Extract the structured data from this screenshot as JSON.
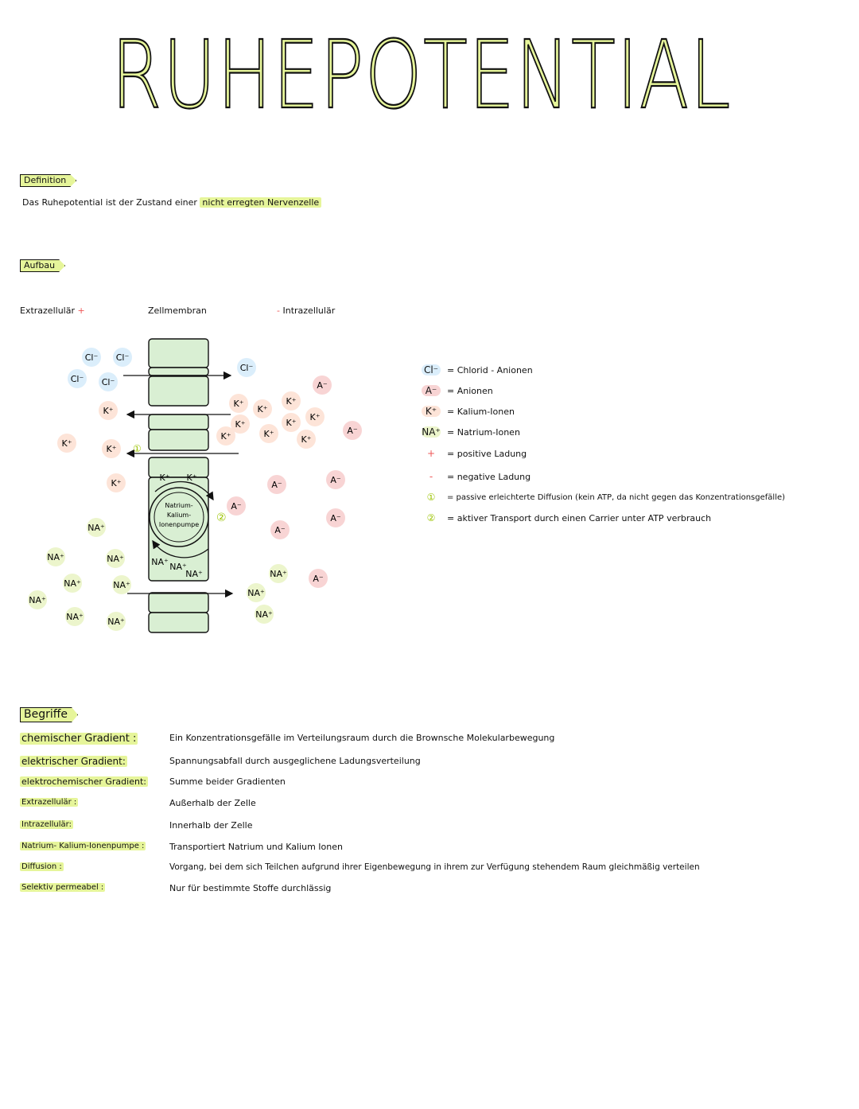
{
  "title": "RUHEPOTENTIAL",
  "colors": {
    "accent": "#e6f59a",
    "chloride": "#dbeefb",
    "potassium": "#fde4d8",
    "anion": "#f8d4d4",
    "sodium": "#ecf5cc",
    "membrane": "#d9efd3"
  },
  "definition": {
    "tag": "Definition",
    "text_before": "Das Ruhepotential ist der Zustand einer",
    "text_highlight": "nicht erregten Nervenzelle"
  },
  "aufbau": {
    "tag": "Aufbau",
    "label_extra": "Extrazellulär",
    "label_extra_sign": "+",
    "label_membrane": "Zellmembran",
    "label_intra_sign": "-",
    "label_intra": "Intrazellulär"
  },
  "diagram": {
    "cl": "Cl⁻",
    "k": "K⁺",
    "na": "NA⁺",
    "a": "A⁻",
    "pump_label": "Natrium-Kalium-Ionenpumpe",
    "pump_line1": "Natrium-",
    "pump_line2": "Kalium-",
    "pump_line3": "Ionenpumpe",
    "num1": "①",
    "num2": "②"
  },
  "legend": [
    {
      "symbol": "Cl⁻",
      "kind": "cl",
      "text": "= Chlorid - Anionen"
    },
    {
      "symbol": "A⁻",
      "kind": "a",
      "text": "= Anionen"
    },
    {
      "symbol": "K⁺",
      "kind": "k",
      "text": "= Kalium-Ionen"
    },
    {
      "symbol": "NA⁺",
      "kind": "na",
      "text": "= Natrium-Ionen"
    },
    {
      "symbol": "+",
      "kind": "plus",
      "text": "= positive Ladung"
    },
    {
      "symbol": "-",
      "kind": "minus",
      "text": "= negative Ladung"
    },
    {
      "symbol": "①",
      "kind": "n1",
      "text": "= passive erleichterte Diffusion (kein ATP, da nicht gegen das Konzentrationsgefälle)"
    },
    {
      "symbol": "②",
      "kind": "n2",
      "text": "= aktiver Transport durch einen Carrier unter ATP verbrauch"
    }
  ],
  "begriffe": {
    "tag": "Begriffe",
    "items": [
      {
        "term": "chemischer Gradient :",
        "def": "Ein Konzentrationsgefälle im Verteilungsraum durch die Brownsche Molekularbewegung"
      },
      {
        "term": "elektrischer Gradient:",
        "def": "Spannungsabfall durch ausgeglichene Ladungsverteilung"
      },
      {
        "term": "elektrochemischer Gradient:",
        "def": "Summe beider Gradienten"
      },
      {
        "term": "Extrazellulär :",
        "def": "Außerhalb der Zelle"
      },
      {
        "term": "Intrazellulär:",
        "def": "Innerhalb der Zelle"
      },
      {
        "term": "Natrium- Kalium-Ionenpumpe :",
        "def": "Transportiert Natrium und Kalium Ionen"
      },
      {
        "term": "Diffusion :",
        "def": "Vorgang, bei dem sich Teilchen aufgrund ihrer Eigenbewegung in ihrem zur Verfügung stehendem Raum gleichmäßig verteilen"
      },
      {
        "term": "Selektiv permeabel :",
        "def": "Nur für bestimmte Stoffe durchlässig"
      }
    ]
  }
}
